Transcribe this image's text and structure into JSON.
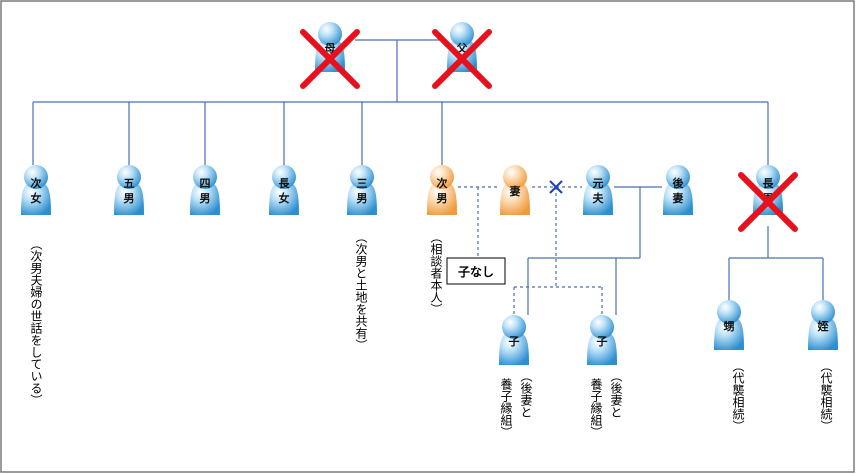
{
  "colors": {
    "blue": "#2e8fd0",
    "blue_light": "#bfe3f8",
    "orange": "#f09a3c",
    "orange_light": "#fde0bd",
    "line": "#4a6fb5",
    "cross": "#e8101c",
    "xmark": "#1f3fbf",
    "border": "#7a7a7a"
  },
  "people": [
    {
      "id": "mother",
      "label": [
        "母"
      ],
      "color": "blue",
      "crossed": true
    },
    {
      "id": "father",
      "label": [
        "父"
      ],
      "color": "blue",
      "crossed": true
    },
    {
      "id": "second-daughter",
      "label": [
        "次",
        "女"
      ],
      "color": "blue",
      "crossed": false
    },
    {
      "id": "fifth-son",
      "label": [
        "五",
        "男"
      ],
      "color": "blue",
      "crossed": false
    },
    {
      "id": "fourth-son",
      "label": [
        "四",
        "男"
      ],
      "color": "blue",
      "crossed": false
    },
    {
      "id": "eldest-daughter",
      "label": [
        "長",
        "女"
      ],
      "color": "blue",
      "crossed": false
    },
    {
      "id": "third-son",
      "label": [
        "三",
        "男"
      ],
      "color": "blue",
      "crossed": false
    },
    {
      "id": "second-son",
      "label": [
        "次",
        "男"
      ],
      "color": "orange",
      "crossed": false
    },
    {
      "id": "wife",
      "label": [
        "妻"
      ],
      "color": "orange",
      "crossed": false
    },
    {
      "id": "ex-husband",
      "label": [
        "元",
        "夫"
      ],
      "color": "blue",
      "crossed": false
    },
    {
      "id": "second-wife",
      "label": [
        "後",
        "妻"
      ],
      "color": "blue",
      "crossed": false
    },
    {
      "id": "eldest-son",
      "label": [
        "長",
        "男"
      ],
      "color": "blue",
      "crossed": true
    },
    {
      "id": "child-1",
      "label": [
        "子"
      ],
      "color": "blue",
      "crossed": false
    },
    {
      "id": "child-2",
      "label": [
        "子"
      ],
      "color": "blue",
      "crossed": false
    },
    {
      "id": "nephew",
      "label": [
        "甥"
      ],
      "color": "blue",
      "crossed": false
    },
    {
      "id": "niece",
      "label": [
        "姪"
      ],
      "color": "blue",
      "crossed": false
    }
  ],
  "notes": [
    {
      "id": "second-daughter-note",
      "lines": [
        "（次男夫婦の世話をしている）"
      ]
    },
    {
      "id": "third-son-note",
      "lines": [
        "（次男と土地を共有）"
      ]
    },
    {
      "id": "second-son-note",
      "lines": [
        "（相談者本人）"
      ]
    },
    {
      "id": "child-1-note",
      "lines": [
        "（後妻と",
        "養子縁組）"
      ]
    },
    {
      "id": "child-2-note",
      "lines": [
        "（後妻と",
        "養子縁組）"
      ]
    },
    {
      "id": "nephew-note",
      "lines": [
        "（代襲相続）"
      ]
    },
    {
      "id": "niece-note",
      "lines": [
        "（代襲相続）"
      ]
    }
  ],
  "no_children_box": "子なし"
}
